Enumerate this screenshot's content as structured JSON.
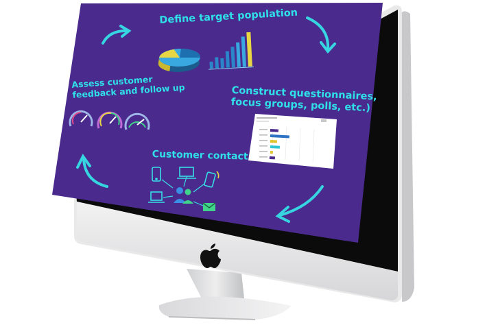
{
  "slide": {
    "steps": {
      "define": "Define target population",
      "construct_line1": "Construct questionnaires,",
      "construct_line2": "focus groups, polls, etc.)",
      "assess_line1": "Assess customer",
      "assess_line2": "feedback and follow up",
      "contact": "Customer contact"
    }
  },
  "colors": {
    "slide_background": "#4a2a8c",
    "accent": "#2fe0e8",
    "monitor_body": "#e9e9ea",
    "monitor_bezel": "#0b0b0c"
  },
  "icons": [
    "cycle-arrow-icon",
    "pie-chart-icon",
    "bar-chart-icon",
    "gauge-icon",
    "phone-icon",
    "laptop-icon",
    "users-icon",
    "mail-icon",
    "apple-logo-icon"
  ]
}
